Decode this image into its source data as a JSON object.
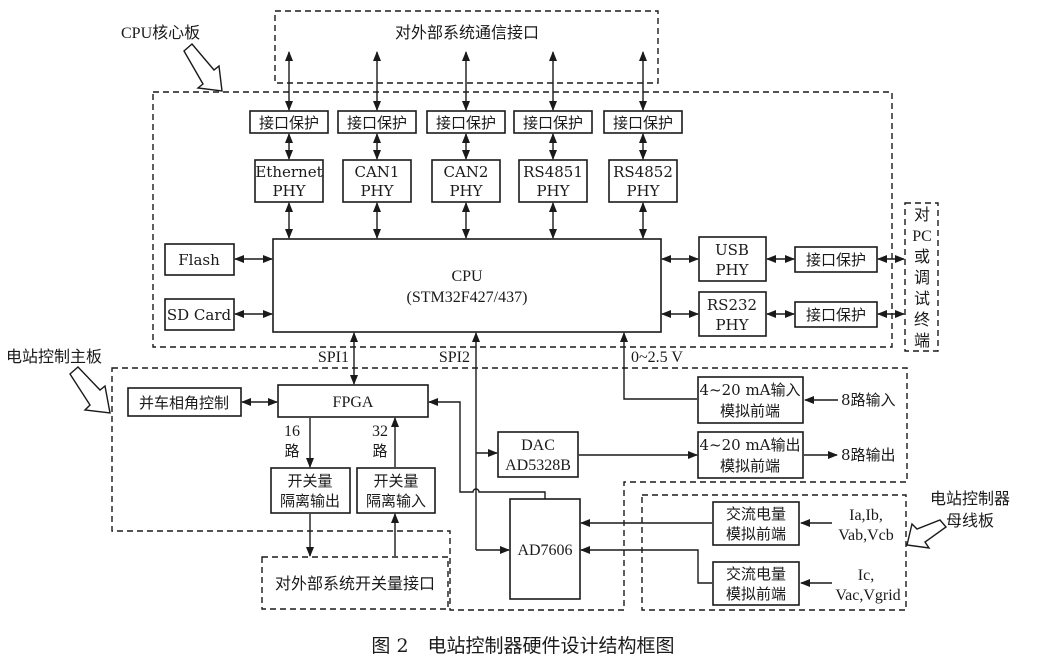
{
  "regions": {
    "external_comm": "对外部系统通信接口",
    "cpu_board_label": "CPU核心板",
    "main_board_label": "电站控制主板",
    "backplane_label_line1": "电站控制器",
    "backplane_label_line2": "母线板",
    "pc_terminal": [
      "对",
      "PC",
      "或",
      "调",
      "试",
      "终",
      "端"
    ],
    "external_switch": "对外部系统开关量接口"
  },
  "interface_protect": "接口保护",
  "phys": [
    {
      "line1": "Ethernet",
      "line2": "PHY"
    },
    {
      "line1": "CAN1",
      "line2": "PHY"
    },
    {
      "line1": "CAN2",
      "line2": "PHY"
    },
    {
      "line1": "RS4851",
      "line2": "PHY"
    },
    {
      "line1": "RS4852",
      "line2": "PHY"
    }
  ],
  "side_phys": [
    {
      "line1": "USB",
      "line2": "PHY"
    },
    {
      "line1": "RS232",
      "line2": "PHY"
    }
  ],
  "storage": {
    "flash": "Flash",
    "sd": "SD Card"
  },
  "cpu": {
    "line1": "CPU",
    "line2": "(STM32F427/437)"
  },
  "buses": {
    "spi1": "SPI1",
    "spi2": "SPI2",
    "analog": "0~2.5 V"
  },
  "fpga": "FPGA",
  "sync_angle": "并车相角控制",
  "channels": {
    "out_num": "16",
    "out_unit": "路",
    "in_num": "32",
    "in_unit": "路"
  },
  "switch_out": {
    "line1": "开关量",
    "line2": "隔离输出"
  },
  "switch_in": {
    "line1": "开关量",
    "line2": "隔离输入"
  },
  "dac": {
    "line1": "DAC",
    "line2": "AD5328B"
  },
  "adc": "AD7606",
  "ma_in": {
    "line1": "4~20 mA输入",
    "line2": "模拟前端",
    "signal": "8路输入"
  },
  "ma_out": {
    "line1": "4~20 mA输出",
    "line2": "模拟前端",
    "signal": "8路输出"
  },
  "ac1": {
    "line1": "交流电量",
    "line2": "模拟前端",
    "sig1": "Ia,Ib,",
    "sig2": "Vab,Vcb"
  },
  "ac2": {
    "line1": "交流电量",
    "line2": "模拟前端",
    "sig1": "Ic,",
    "sig2": "Vac,Vgrid"
  },
  "caption": "图 2　电站控制器硬件设计结构框图"
}
